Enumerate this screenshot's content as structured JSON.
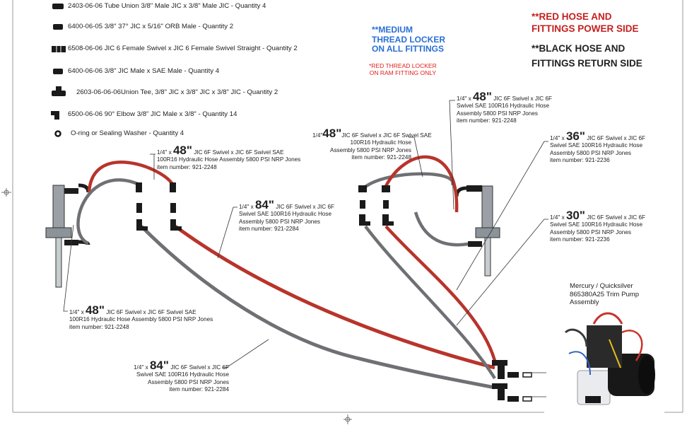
{
  "parts_list": [
    {
      "text": "2403-06-06 Tube Union 3/8\" Male JIC x 3/8\" Male JIC - Quantity 4",
      "icon": "tube-union-icon"
    },
    {
      "text": "6400-06-05 3/8\" 37° JIC x 5/16\" ORB Male - Quantity 2",
      "icon": "orb-adapter-icon"
    },
    {
      "text": "6508-06-06 JIC 6 Female Swivel x JIC 6 Female Swivel Straight - Quantity 2",
      "icon": "swivel-straight-icon"
    },
    {
      "text": "6400-06-06 3/8\" JIC Male x SAE Male - Quantity 4",
      "icon": "jic-sae-adapter-icon"
    },
    {
      "text": "2603-06-06-06Union Tee, 3/8\" JIC x 3/8\" JIC x 3/8\" JIC - Quantity 2",
      "icon": "union-tee-icon"
    },
    {
      "text": "6500-06-06 90° Elbow 3/8\" JIC Male x 3/8\" - Quantity 14",
      "icon": "elbow-icon"
    },
    {
      "text": "O-ring or Sealing Washer - Quantity 4",
      "icon": "o-ring-icon"
    }
  ],
  "notes": {
    "medium_locker": [
      "**MEDIUM",
      "THREAD  LOCKER",
      "ON ALL FITTINGS"
    ],
    "red_locker": [
      "*RED THREAD LOCKER",
      "ON RAM FITTING ONLY"
    ]
  },
  "legend": {
    "red": [
      "**RED HOSE AND",
      "FITTINGS POWER SIDE"
    ],
    "black": [
      "**BLACK HOSE AND",
      "FITTINGS RETURN SIDE"
    ]
  },
  "colors": {
    "red_hose": "#b8342b",
    "black_hose": "#6f7073",
    "note_blue": "#2a6fd6",
    "note_red": "#e0201c",
    "legend_red": "#c42020"
  },
  "hose_labels": {
    "left_top": {
      "pre": "1/4\" x ",
      "len": "48\"",
      "post": " JIC 6F Swivel x JIC 6F Swivel SAE",
      "lines": [
        "100R16 Hydraulic Hose Assembly 5800 PSI NRP Jones",
        "item number: 921-2248"
      ]
    },
    "left_bottom": {
      "pre": "1/4\" x ",
      "len": "48\"",
      "post": " JIC 6F Swivel x JIC 6F Swivel SAE",
      "lines": [
        "100R16 Hydraulic Hose Assembly 5800 PSI NRP Jones",
        "item number: 921-2248"
      ]
    },
    "mid_red": {
      "pre": "1/4\" x ",
      "len": "84\"",
      "post": " JIC 6F Swivel x JIC 6F",
      "lines": [
        "Swivel SAE 100R16 Hydraulic Hose",
        "Assembly 5800 PSI NRP Jones",
        "item number: 921-2284"
      ]
    },
    "bottom_black": {
      "pre": "1/4\" x ",
      "len": "84\"",
      "post": " JIC 6F Swivel x JIC 6F",
      "lines": [
        "Swivel SAE 100R16 Hydraulic Hose",
        "Assembly 5800 PSI NRP Jones",
        "item number: 921-2284"
      ]
    },
    "right_mid48": {
      "pre": "1/4\"",
      "len": "48\"",
      "post": "JIC 6F Swivel x JIC 6F Swivel SAE",
      "lines": [
        "100R16 Hydraulic Hose",
        "Assembly 5800 PSI NRP Jones",
        "item number: 921-2248"
      ]
    },
    "right_top48": {
      "pre": "1/4\" x ",
      "len": "48\"",
      "post": " JIC 6F Swivel x JIC 6F",
      "lines": [
        "Swivel SAE 100R16 Hydraulic Hose",
        "Assembly 5800 PSI NRP Jones",
        "item number: 921-2248"
      ]
    },
    "right_36": {
      "pre": "1/4\" x ",
      "len": "36\"",
      "post": "  JIC 6F Swivel x JIC 6F",
      "lines": [
        "Swivel SAE 100R16 Hydraulic Hose",
        "Assembly 5800 PSI NRP Jones",
        "item number: 921-2236"
      ]
    },
    "right_30": {
      "pre": "1/4\" x ",
      "len": "30\"",
      "post": " JIC 6F Swivel x JIC 6F",
      "lines": [
        "Swivel SAE 100R16 Hydraulic Hose",
        "Assembly 5800 PSI NRP Jones",
        "item number: 921-2236"
      ]
    }
  },
  "pump": {
    "lines": [
      "Mercury / Quicksilver",
      "865380A25 Trim Pump",
      "Assembly"
    ]
  }
}
